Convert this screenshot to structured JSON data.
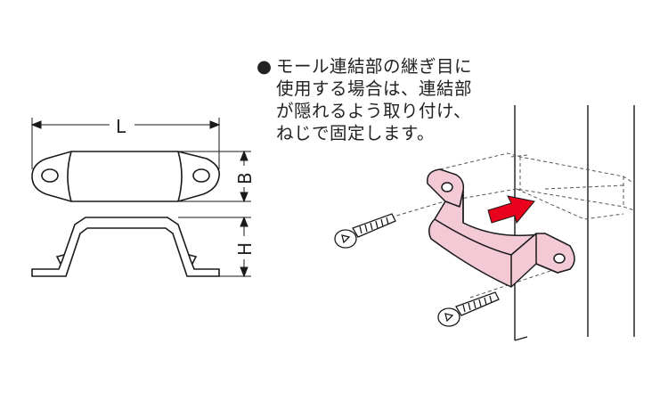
{
  "dimension_labels": {
    "length": "L",
    "width": "B",
    "height": "H"
  },
  "note": {
    "bullet": "●",
    "lines": [
      "モール連結部の継ぎ目に",
      "使用する場合は、連結部",
      "が隠れるよう取り付け、",
      "ねじで固定します。"
    ]
  },
  "colors": {
    "part_fill": "#f2c9d4",
    "part_stroke": "#1a1a1a",
    "arrow_fill": "#e8001c",
    "dashed": "#555555"
  }
}
